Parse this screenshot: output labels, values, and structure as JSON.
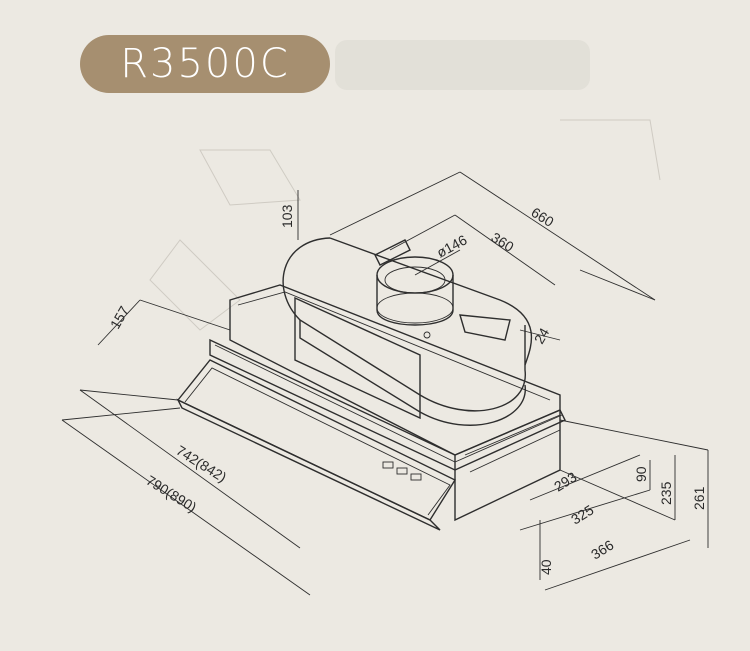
{
  "model": {
    "name": "R3500C",
    "badge_color": "#a68f70"
  },
  "dimensions": {
    "height_top": "103",
    "diameter": "ø146",
    "duct_spacing": "360",
    "overall_length": "660",
    "flange": "24",
    "depth": "157",
    "width_inner": "742(842)",
    "width_outer": "790(890)",
    "height_90": "90",
    "height_235": "235",
    "height_261": "261",
    "depth_293": "293",
    "depth_325": "325",
    "depth_366": "366",
    "height_40": "40"
  }
}
